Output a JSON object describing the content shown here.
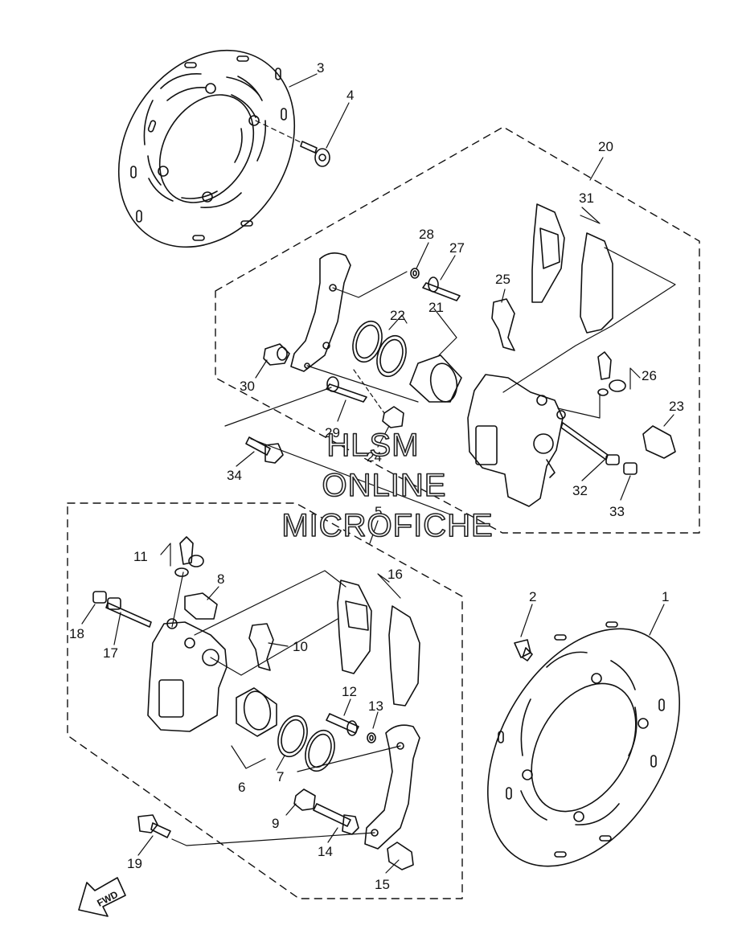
{
  "diagram": {
    "colors": {
      "line": "#111111",
      "background": "#ffffff",
      "watermark_fill": "#ffffff"
    },
    "watermark": {
      "line1": "HLSM",
      "line2": "ONLINE",
      "line3": "MICROFICHE"
    },
    "direction_arrow": "FWD",
    "callouts": {
      "c1": "1",
      "c2": "2",
      "c3": "3",
      "c4": "4",
      "c5": "5",
      "c6": "6",
      "c7": "7",
      "c8": "8",
      "c9": "9",
      "c10": "10",
      "c11": "11",
      "c12": "12",
      "c13": "13",
      "c14": "14",
      "c15": "15",
      "c16": "16",
      "c17": "17",
      "c18": "18",
      "c19": "19",
      "c20": "20",
      "c21": "21",
      "c22": "22",
      "c23": "23",
      "c24": "24",
      "c25": "25",
      "c26": "26",
      "c27": "27",
      "c28": "28",
      "c29": "29",
      "c30": "30",
      "c31": "31",
      "c32": "32",
      "c33": "33",
      "c34": "34"
    }
  }
}
